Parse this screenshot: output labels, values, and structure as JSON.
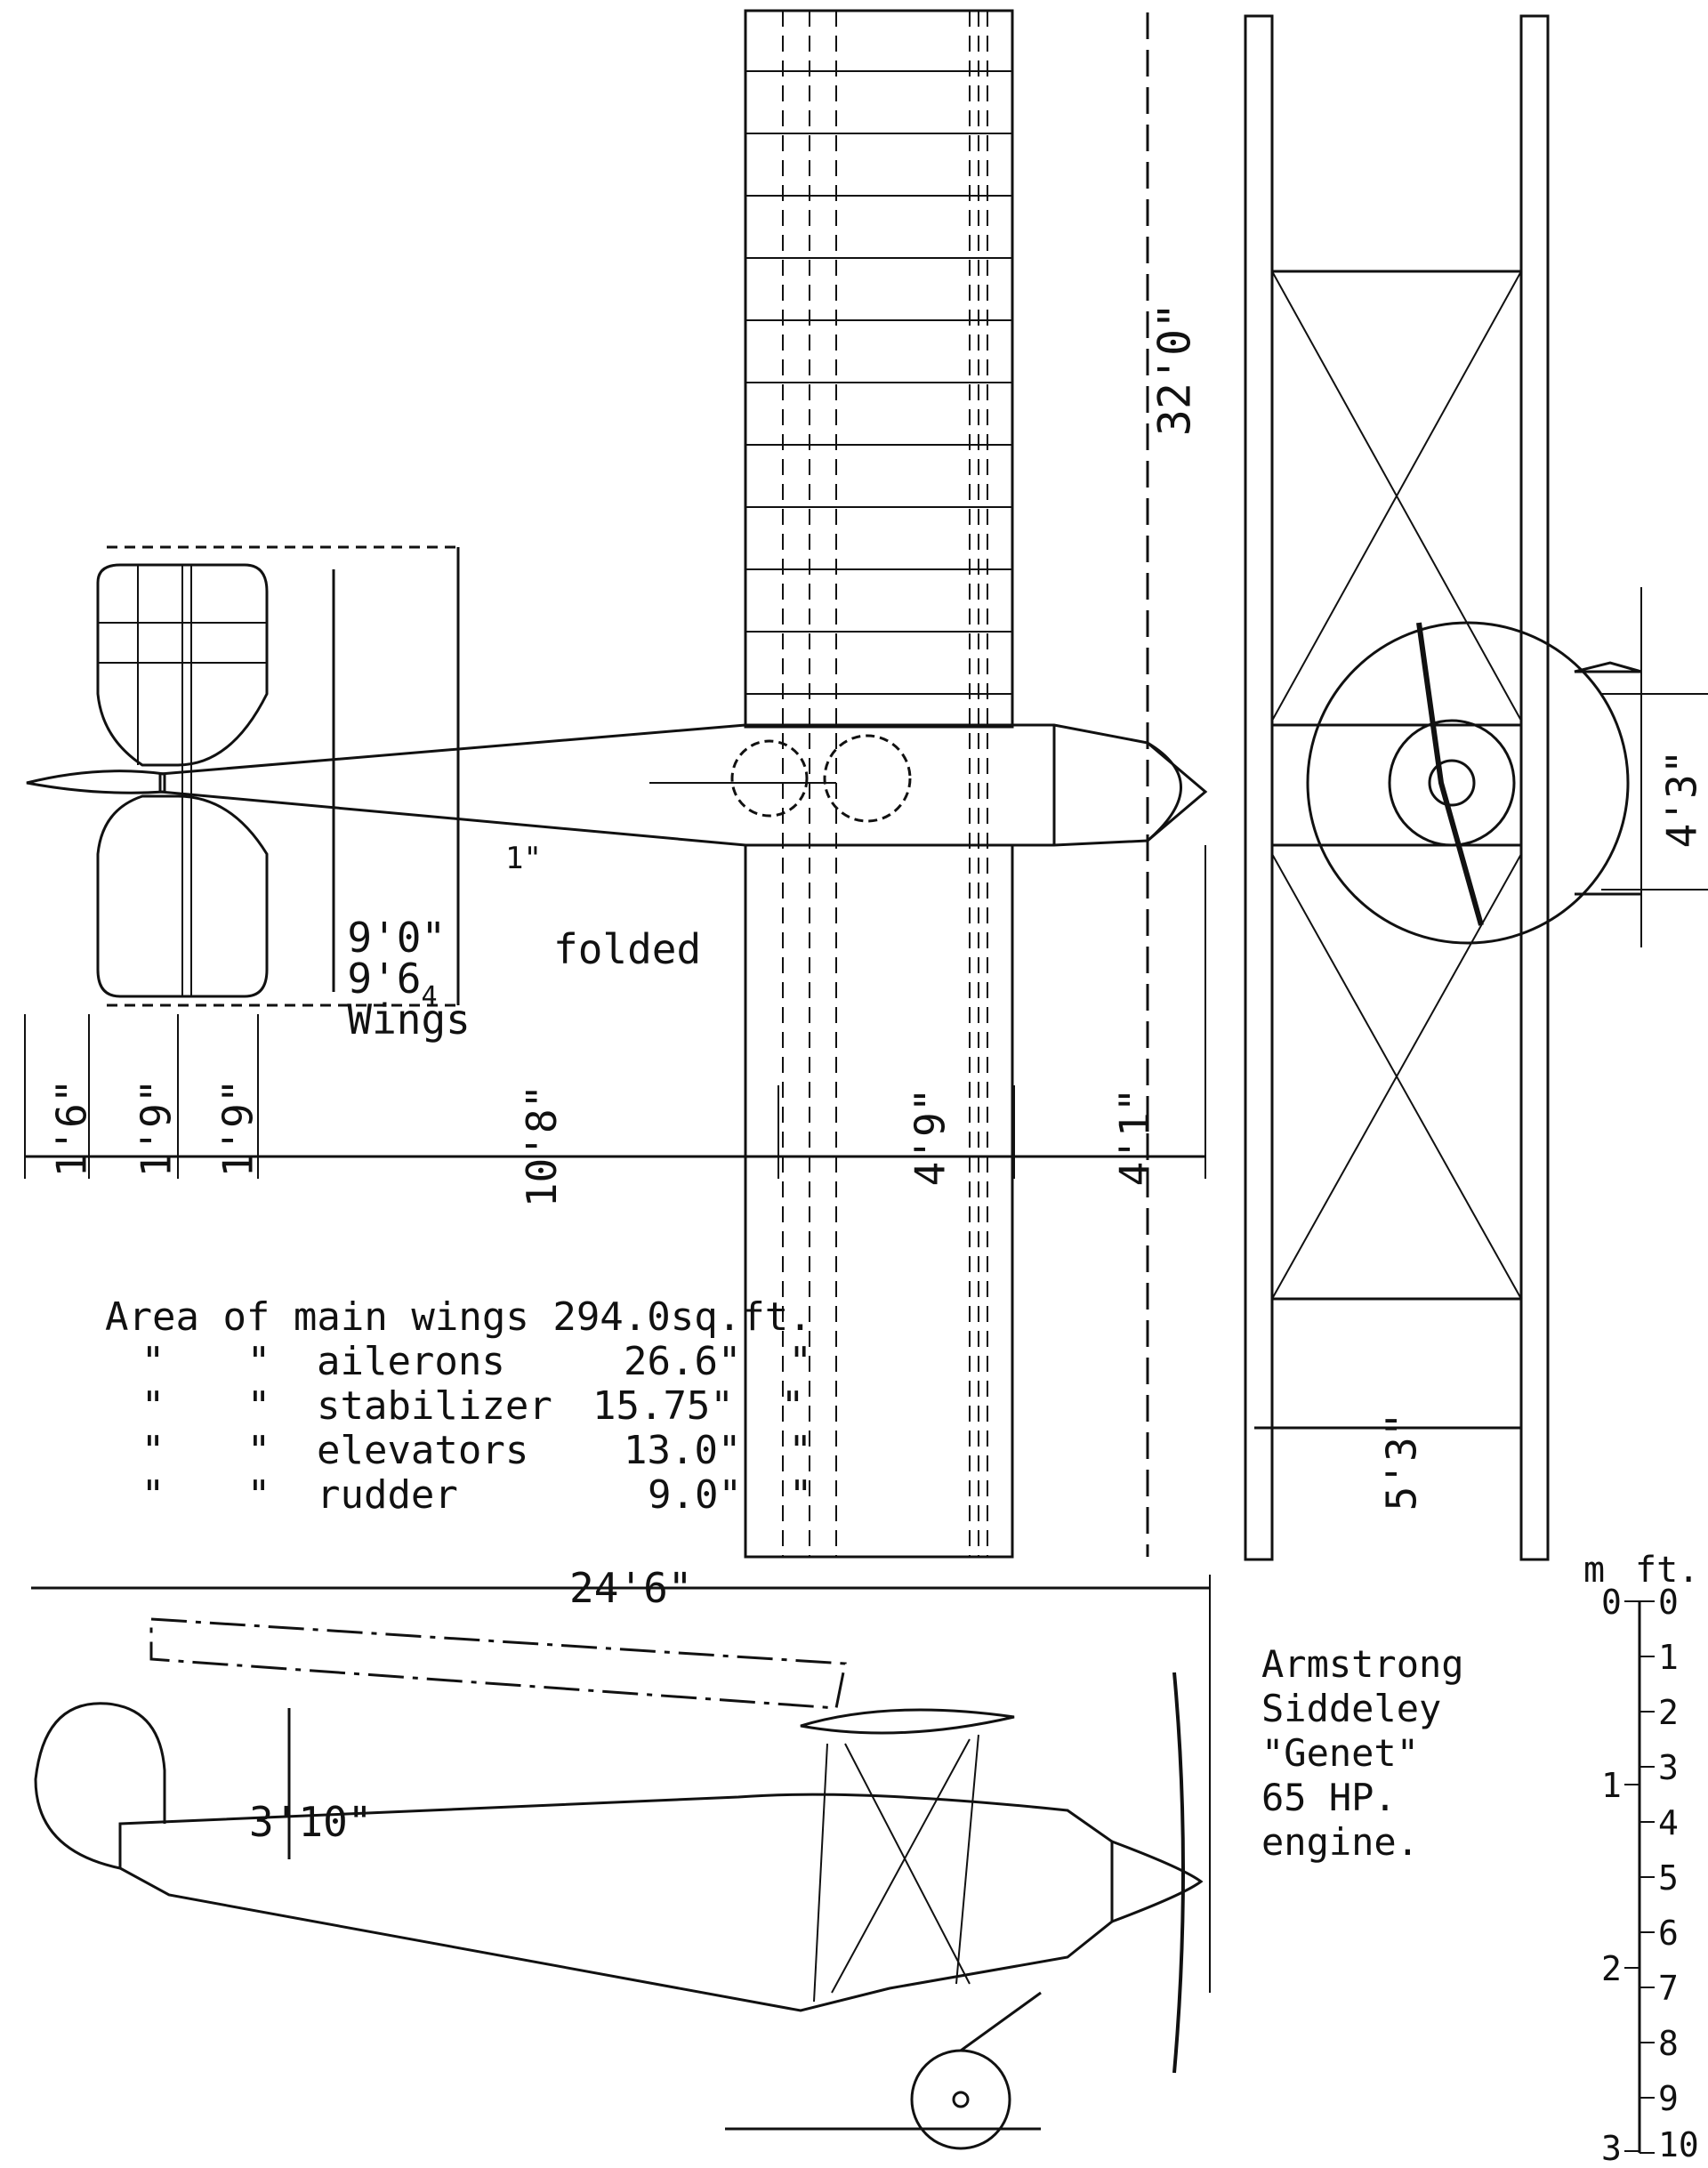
{
  "dims": {
    "wing_span": "32'0\"",
    "wing_folded_a": "9'0\"",
    "wing_folded_b": "9'6",
    "wing_folded_frac_num": "1\"",
    "wing_folded_frac_den": "4",
    "wing_folded_word1": "Wings",
    "wing_folded_word2": "folded",
    "d1": "1'6\"",
    "d2": "1'9\"",
    "d3": "1'9\"",
    "d4": "10'8\"",
    "d5": "4'9\"",
    "d6": "4'1\"",
    "front_track": "4'3\"",
    "gap": "5'3\"",
    "length": "24'6\"",
    "height": "3'10\""
  },
  "areas": [
    {
      "c1": "Area",
      "c2": "of",
      "item": "main wings",
      "value": "294.0sq.ft."
    },
    {
      "c1": "\"",
      "c2": "\"",
      "item": "ailerons",
      "value": "26.6\"  \""
    },
    {
      "c1": "\"",
      "c2": "\"",
      "item": "stabilizer",
      "value": "15.75\"  \""
    },
    {
      "c1": "\"",
      "c2": "\"",
      "item": "elevators",
      "value": "13.0\"  \""
    },
    {
      "c1": "\"",
      "c2": "\"",
      "item": "rudder",
      "value": "9.0\"  \""
    }
  ],
  "engine": [
    "Armstrong",
    "Siddeley",
    "\"Genet\"",
    "65 HP.",
    "engine."
  ],
  "scale": {
    "m_label": "m",
    "ft_label": "ft.",
    "meters": [
      "0",
      "1",
      "2",
      "3"
    ],
    "feet": [
      "0",
      "1",
      "2",
      "3",
      "4",
      "5",
      "6",
      "7",
      "8",
      "9",
      "10"
    ]
  }
}
